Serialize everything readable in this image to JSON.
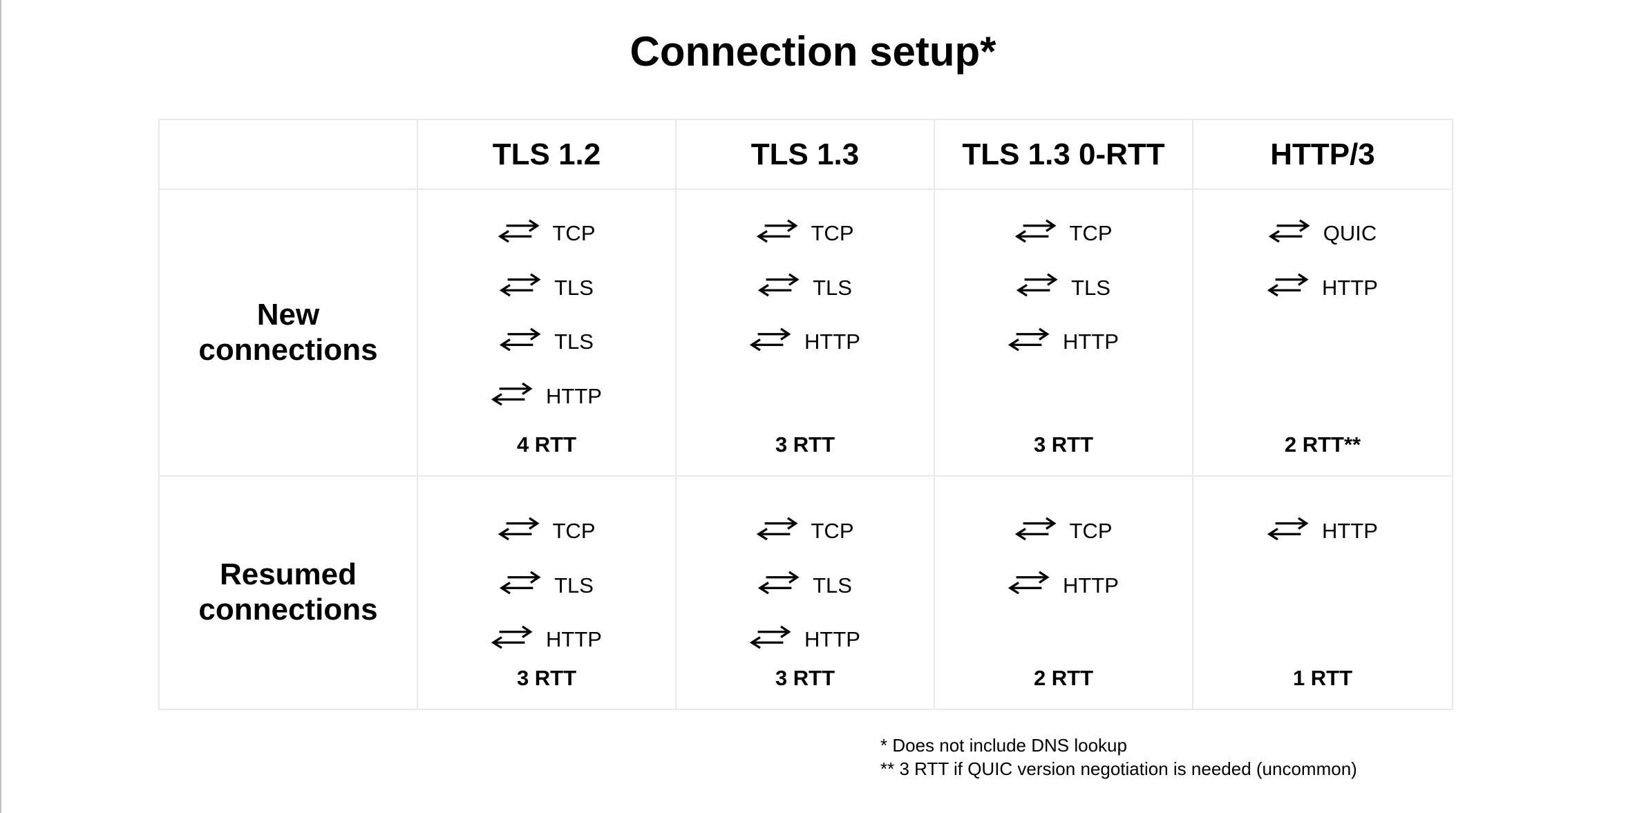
{
  "chart_data": {
    "type": "table",
    "title": "Connection setup*",
    "columns": [
      "TLS 1.2",
      "TLS 1.3",
      "TLS 1.3 0-RTT",
      "HTTP/3"
    ],
    "rows": [
      {
        "label": "New\nconnections",
        "cells": [
          {
            "steps": [
              "TCP",
              "TLS",
              "TLS",
              "HTTP"
            ],
            "rtt": "4 RTT"
          },
          {
            "steps": [
              "TCP",
              "TLS",
              "HTTP"
            ],
            "rtt": "3 RTT"
          },
          {
            "steps": [
              "TCP",
              "TLS",
              "HTTP"
            ],
            "rtt": "3 RTT"
          },
          {
            "steps": [
              "QUIC",
              "HTTP"
            ],
            "rtt": "2 RTT**"
          }
        ]
      },
      {
        "label": "Resumed\nconnections",
        "cells": [
          {
            "steps": [
              "TCP",
              "TLS",
              "HTTP"
            ],
            "rtt": "3 RTT"
          },
          {
            "steps": [
              "TCP",
              "TLS",
              "HTTP"
            ],
            "rtt": "3 RTT"
          },
          {
            "steps": [
              "TCP",
              "HTTP"
            ],
            "rtt": "2 RTT"
          },
          {
            "steps": [
              "HTTP"
            ],
            "rtt": "1 RTT"
          }
        ]
      }
    ],
    "rtt_numeric": {
      "New connections": [
        4,
        3,
        3,
        2
      ],
      "Resumed connections": [
        3,
        3,
        2,
        1
      ]
    },
    "footnotes": [
      "* Does not include DNS lookup",
      "** 3 RTT if QUIC version negotiation is needed (uncommon)"
    ]
  },
  "icons": {
    "round_trip_arrows": "⇄"
  },
  "colors": {
    "background": "#ffffff",
    "text": "#000000",
    "table_border": "#e9e9e9",
    "left_edge": "#bfbfbf"
  }
}
